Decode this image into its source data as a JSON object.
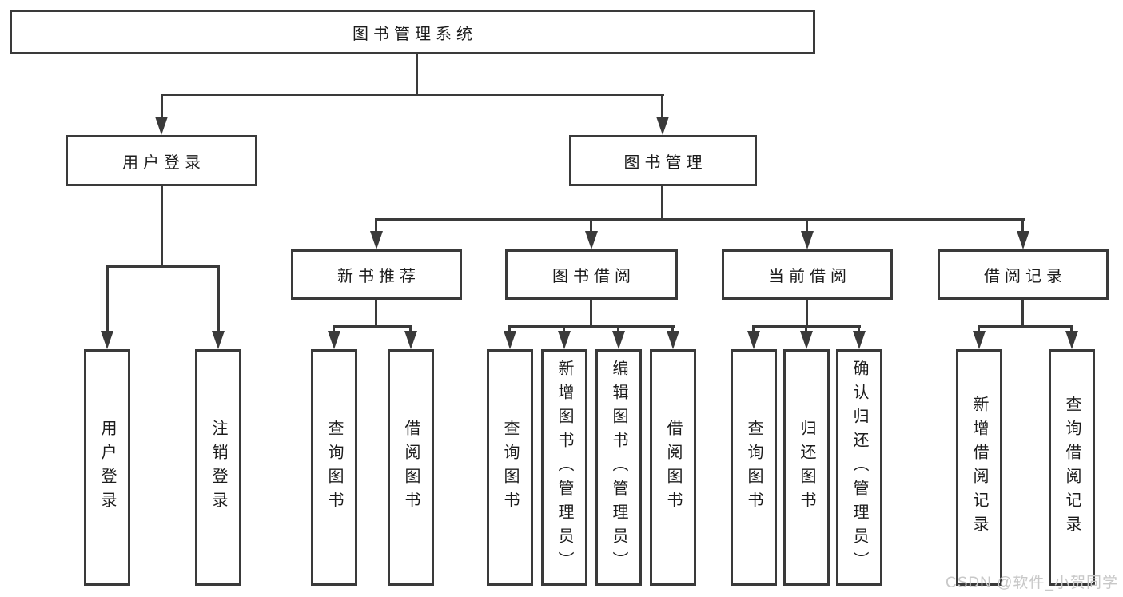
{
  "diagram": {
    "title": "图书管理系统",
    "tree": {
      "label": "图书管理系统",
      "children": [
        {
          "label": "用户登录",
          "children": [
            {
              "label": "用户登录"
            },
            {
              "label": "注销登录"
            }
          ]
        },
        {
          "label": "图书管理",
          "children": [
            {
              "label": "新书推荐",
              "children": [
                {
                  "label": "查询图书"
                },
                {
                  "label": "借阅图书"
                }
              ]
            },
            {
              "label": "图书借阅",
              "children": [
                {
                  "label": "查询图书"
                },
                {
                  "label": "新增图书（管理员）"
                },
                {
                  "label": "编辑图书（管理员）"
                },
                {
                  "label": "借阅图书"
                }
              ]
            },
            {
              "label": "当前借阅",
              "children": [
                {
                  "label": "查询图书"
                },
                {
                  "label": "归还图书"
                },
                {
                  "label": "确认归还（管理员）"
                }
              ]
            },
            {
              "label": "借阅记录",
              "children": [
                {
                  "label": "新增借阅记录"
                },
                {
                  "label": "查询借阅记录"
                }
              ]
            }
          ]
        }
      ]
    },
    "watermark": "CSDN @软件_小贺同学",
    "colors": {
      "line": "#3a3a3a",
      "text": "#1c1c1c",
      "background": "#ffffff",
      "watermark": "#c8c8c8"
    }
  }
}
